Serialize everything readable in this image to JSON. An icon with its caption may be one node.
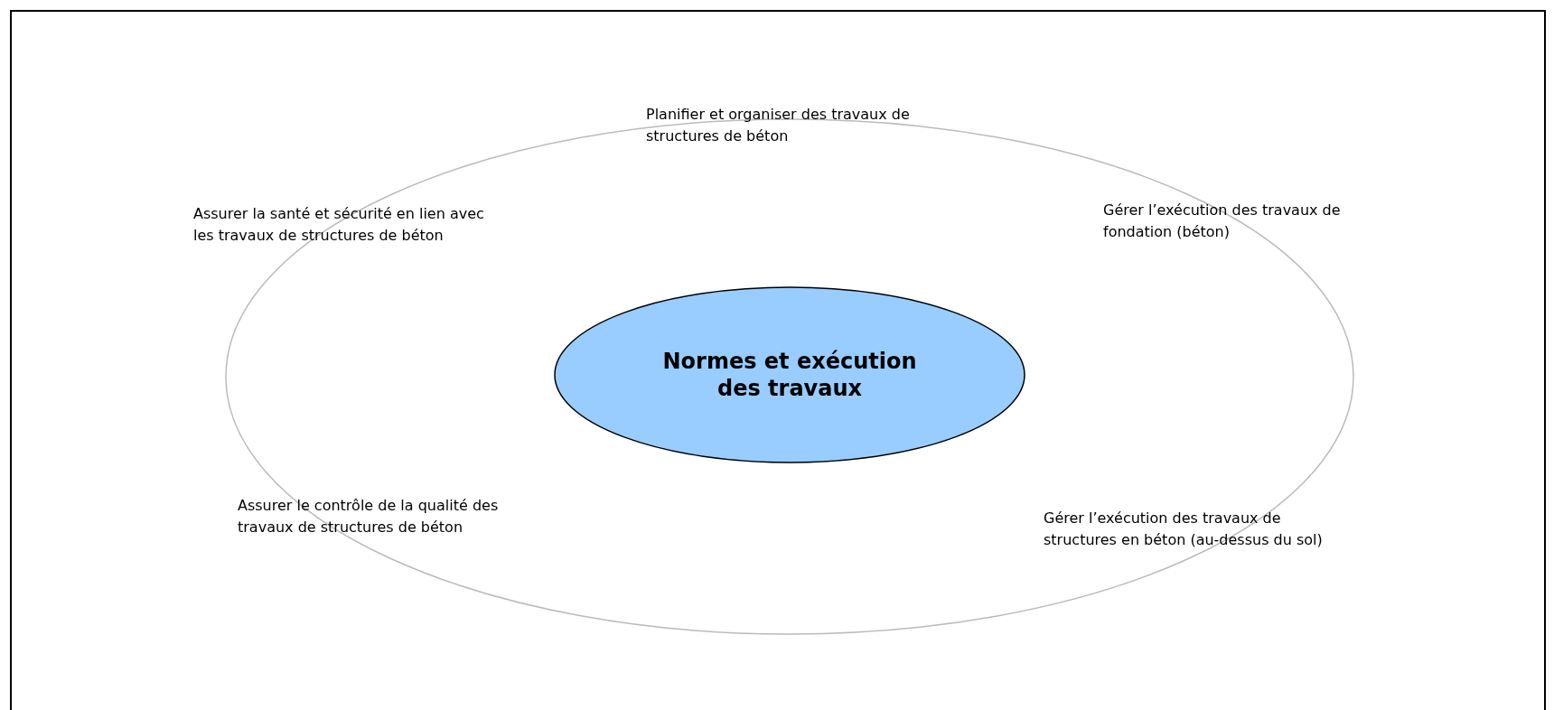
{
  "diagram": {
    "nodes": [
      {
        "text": [],
        "shape": "ellipse"
      },
      {
        "text": [
          "Normes et exécution des travaux"
        ],
        "in": 0
      }
    ],
    "labels": [
      "Planifier et organiser des travaux de structures de béton",
      "Assurer la santé et sécurité en lien avec les travaux de structures de béton",
      "Gérer l’exécution des travaux de fondation (béton)",
      "Assurer le contrôle de la qualité des travaux de structures de béton",
      "Gérer l’exécution des travaux de structures en béton (au-dessus du sol)"
    ]
  }
}
